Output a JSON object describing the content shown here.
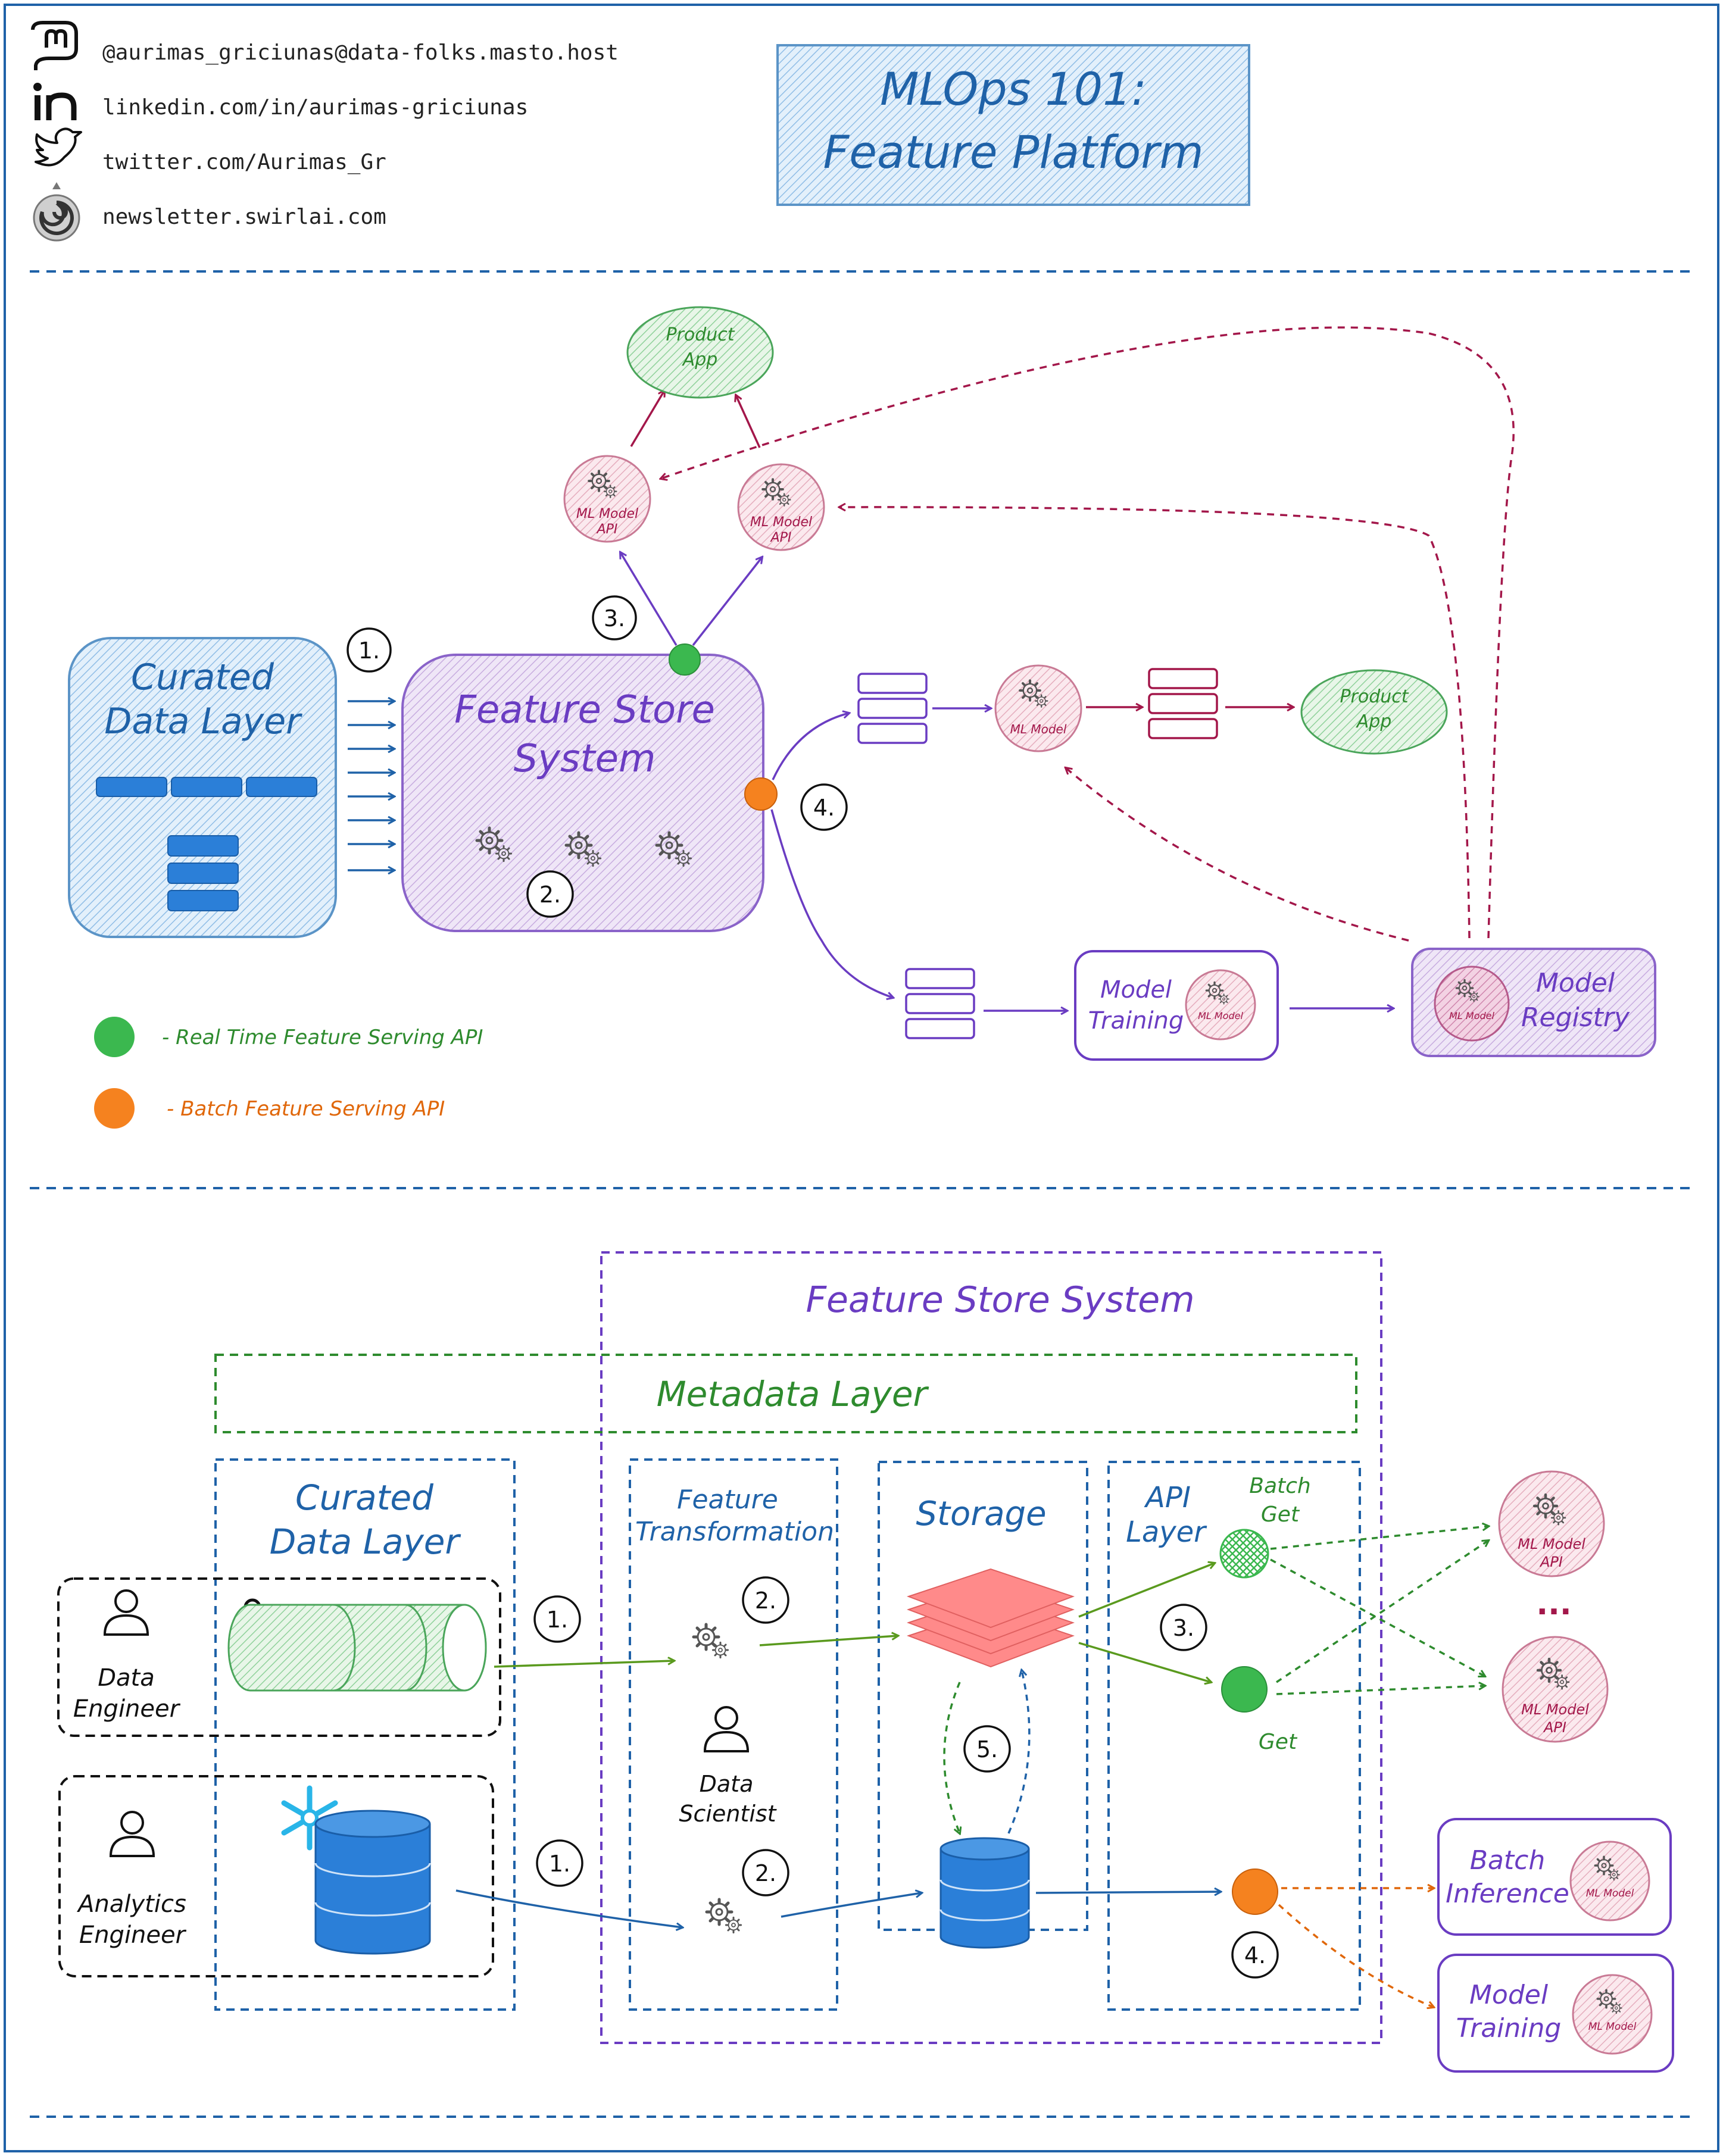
{
  "header": {
    "title_line1": "MLOps 101:",
    "title_line2": "Feature Platform",
    "socials": [
      {
        "icon": "mastodon-icon",
        "text": "@aurimas_griciunas@data-folks.masto.host"
      },
      {
        "icon": "linkedin-icon",
        "text": "linkedin.com/in/aurimas-griciunas"
      },
      {
        "icon": "twitter-icon",
        "text": "twitter.com/Aurimas_Gr"
      },
      {
        "icon": "swirl-icon",
        "text": "newsletter.swirlai.com"
      }
    ]
  },
  "top": {
    "curated_line1": "Curated",
    "curated_line2": "Data Layer",
    "fss_line1": "Feature Store",
    "fss_line2": "System",
    "product_app": "Product",
    "product_app2": "App",
    "ml_model_api1": "ML Model",
    "ml_model_api2": "API",
    "ml_model": "ML Model",
    "model_training1": "Model",
    "model_training2": "Training",
    "model_registry1": "Model",
    "model_registry2": "Registry",
    "steps": [
      "1.",
      "2.",
      "3.",
      "4."
    ],
    "legend": [
      {
        "color": "#3bb84f",
        "text": "- Real Time Feature Serving API"
      },
      {
        "color": "#f5821f",
        "text": "- Batch Feature Serving API"
      }
    ]
  },
  "bottom": {
    "fss_title": "Feature Store System",
    "metadata": "Metadata Layer",
    "curated_line1": "Curated",
    "curated_line2": "Data Layer",
    "ft_line1": "Feature",
    "ft_line2": "Transformation",
    "storage": "Storage",
    "api_line1": "API",
    "api_line2": "Layer",
    "batch_get1": "Batch",
    "batch_get2": "Get",
    "get": "Get",
    "data_engineer1": "Data",
    "data_engineer2": "Engineer",
    "analytics_engineer1": "Analytics",
    "analytics_engineer2": "Engineer",
    "data_scientist1": "Data",
    "data_scientist2": "Scientist",
    "ml_model_api1": "ML Model",
    "ml_model_api2": "API",
    "ellipsis": "...",
    "batch_inference1": "Batch",
    "batch_inference2": "Inference",
    "model_training1": "Model",
    "model_training2": "Training",
    "ml_model": "ML Model",
    "steps": [
      "1.",
      "1.",
      "2.",
      "2.",
      "3.",
      "4.",
      "5."
    ]
  },
  "colors": {
    "blue": "#1f62a8",
    "purple": "#6a3cc2",
    "green": "#2e8b2e",
    "crimson": "#a3174a",
    "orange": "#e0670a"
  }
}
